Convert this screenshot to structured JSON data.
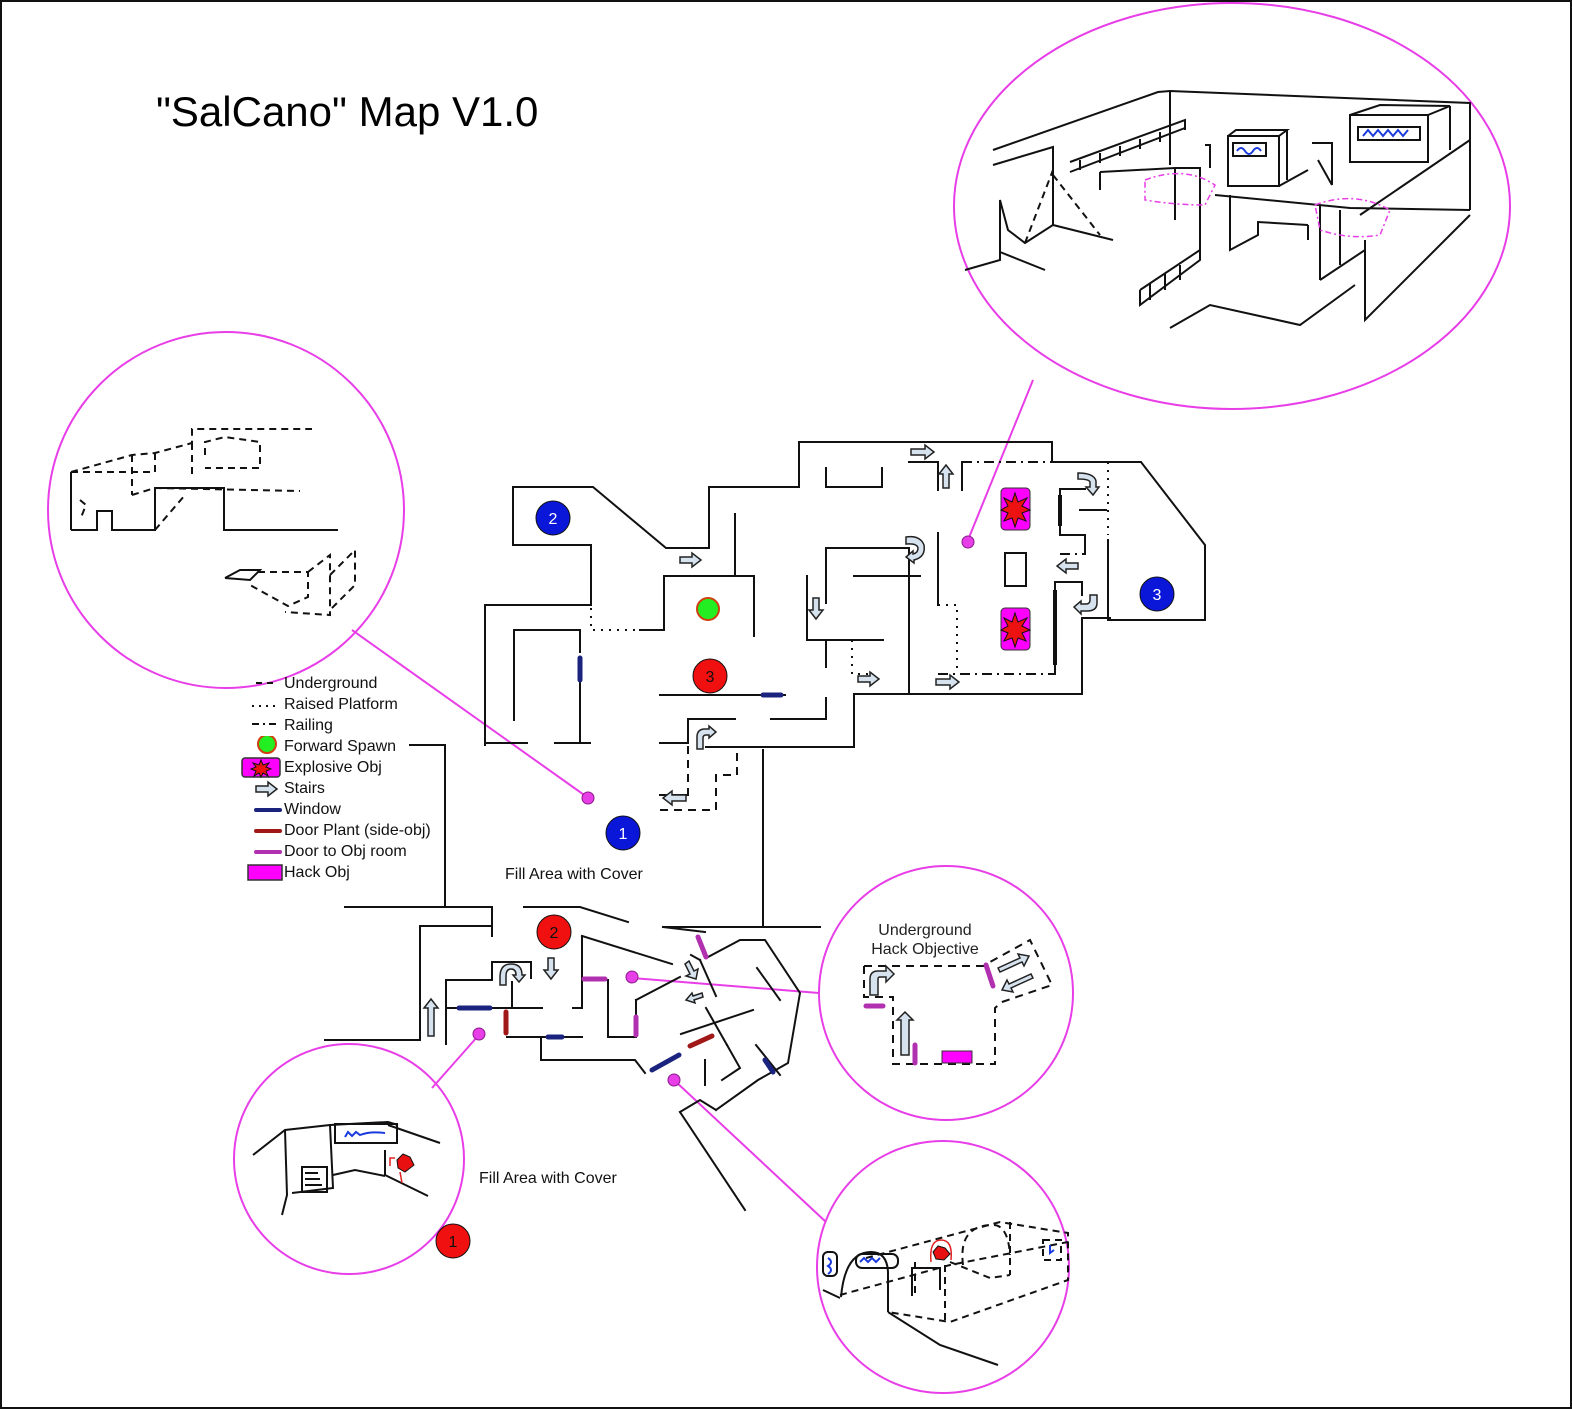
{
  "title": "\"SalCano\" Map V1.0",
  "colors": {
    "callout": "#e83ee8",
    "team_blue": "#0a17d8",
    "team_red": "#f01010",
    "forward_spawn": "#22ee22",
    "explosive_bg": "#ff00ff",
    "stairs_fill": "#d6e3ee",
    "window": "#1a237e",
    "door_plant": "#a01818",
    "door_obj": "#b030b0",
    "hack_obj": "#ff00ff"
  },
  "legend": [
    {
      "symbol": "dashed-line-icon",
      "label": "Underground"
    },
    {
      "symbol": "dotted-line-icon",
      "label": "Raised Platform"
    },
    {
      "symbol": "dash-dot-line-icon",
      "label": "Railing"
    },
    {
      "symbol": "forward-spawn-icon",
      "label": "Forward Spawn"
    },
    {
      "symbol": "explosive-obj-icon",
      "label": "Explosive Obj"
    },
    {
      "symbol": "stairs-arrow-icon",
      "label": "Stairs"
    },
    {
      "symbol": "window-icon",
      "label": "Window"
    },
    {
      "symbol": "door-plant-icon",
      "label": "Door Plant (side-obj)"
    },
    {
      "symbol": "door-obj-icon",
      "label": "Door to Obj room"
    },
    {
      "symbol": "hack-obj-icon",
      "label": "Hack Obj"
    }
  ],
  "spawns": {
    "blue": [
      "1",
      "2",
      "3"
    ],
    "red": [
      "1",
      "2",
      "3"
    ]
  },
  "annotations": {
    "fill_area_upper": "Fill Area with Cover",
    "fill_area_lower": "Fill Area with Cover"
  },
  "callouts": {
    "underground_hack": {
      "title_line1": "Underground",
      "title_line2": "Hack Objective"
    }
  }
}
